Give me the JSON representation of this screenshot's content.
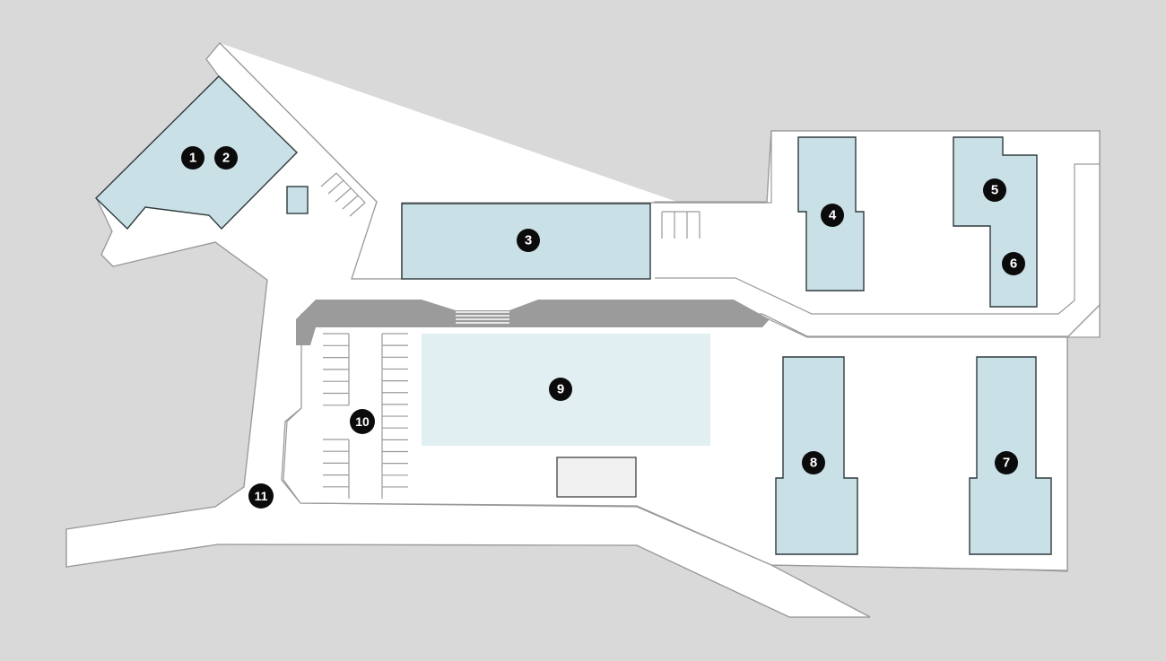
{
  "colors": {
    "background": "#d9d9d9",
    "ground": "#ffffff",
    "building_fill": "#c9e0e6",
    "building_stroke": "#2f3a3d",
    "pool": "#e1eef2",
    "deck": "#9b9b9b",
    "marker": "#0b0b0b"
  },
  "markers": {
    "m1": "1",
    "m2": "2",
    "m3": "3",
    "m4": "4",
    "m5": "5",
    "m6": "6",
    "m7": "7",
    "m8": "8",
    "m9": "9",
    "m10": "10",
    "m11": "11"
  }
}
